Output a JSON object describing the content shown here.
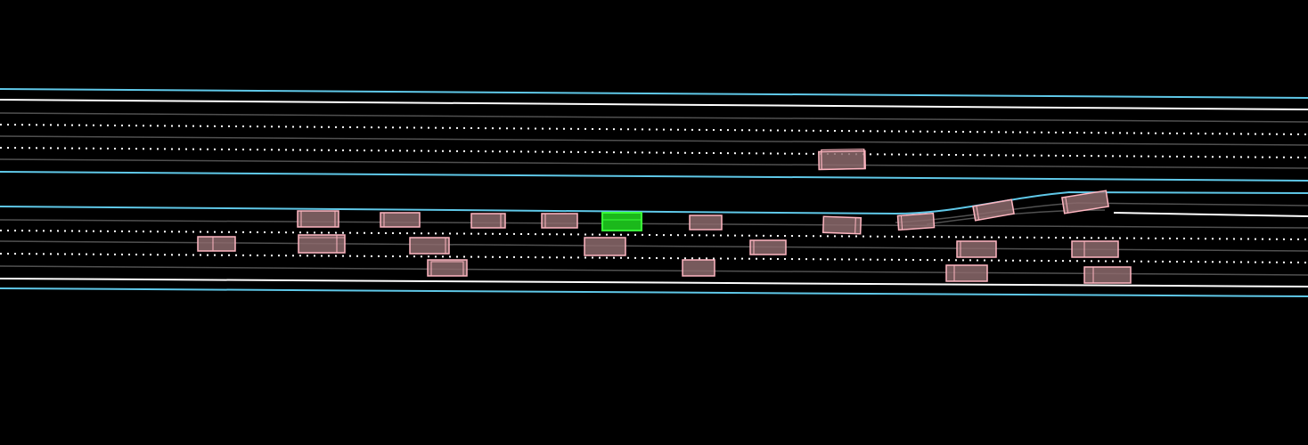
{
  "colors": {
    "background": "#000000",
    "road_boundary": "#5fc8e8",
    "road_edge": "#ffffff",
    "lane_divider_dotted": "#ffffff",
    "lane_centerline": "#505050",
    "vehicle_fill": "#8c6a6c",
    "vehicle_stroke": "#ffb6c1",
    "ego_fill": "#1bb81b",
    "ego_stroke": "#39ff39"
  },
  "vehicles": {
    "ego": {
      "type": "ego-vehicle",
      "highlighted": true
    },
    "others": [
      {
        "lane": "upper-road-lane-3",
        "type": "vehicle"
      },
      {
        "lane": "lower-road-lane-1",
        "type": "vehicle"
      },
      {
        "lane": "lower-road-lane-1",
        "type": "vehicle"
      },
      {
        "lane": "lower-road-lane-1",
        "type": "vehicle"
      },
      {
        "lane": "lower-road-lane-1",
        "type": "vehicle"
      },
      {
        "lane": "lower-road-lane-1",
        "type": "vehicle"
      },
      {
        "lane": "lower-road-lane-1",
        "type": "vehicle"
      },
      {
        "lane": "lower-road-lane-1",
        "type": "vehicle"
      },
      {
        "lane": "ramp",
        "type": "vehicle"
      },
      {
        "lane": "ramp",
        "type": "vehicle"
      },
      {
        "lane": "lower-road-lane-2",
        "type": "vehicle"
      },
      {
        "lane": "lower-road-lane-2",
        "type": "vehicle"
      },
      {
        "lane": "lower-road-lane-2",
        "type": "vehicle"
      },
      {
        "lane": "lower-road-lane-2",
        "type": "vehicle"
      },
      {
        "lane": "lower-road-lane-2",
        "type": "vehicle"
      },
      {
        "lane": "lower-road-lane-2",
        "type": "vehicle"
      },
      {
        "lane": "lower-road-lane-2",
        "type": "vehicle"
      },
      {
        "lane": "lower-road-lane-3",
        "type": "vehicle"
      },
      {
        "lane": "lower-road-lane-3",
        "type": "vehicle"
      },
      {
        "lane": "lower-road-lane-3",
        "type": "vehicle"
      },
      {
        "lane": "lower-road-lane-3",
        "type": "vehicle"
      }
    ]
  }
}
